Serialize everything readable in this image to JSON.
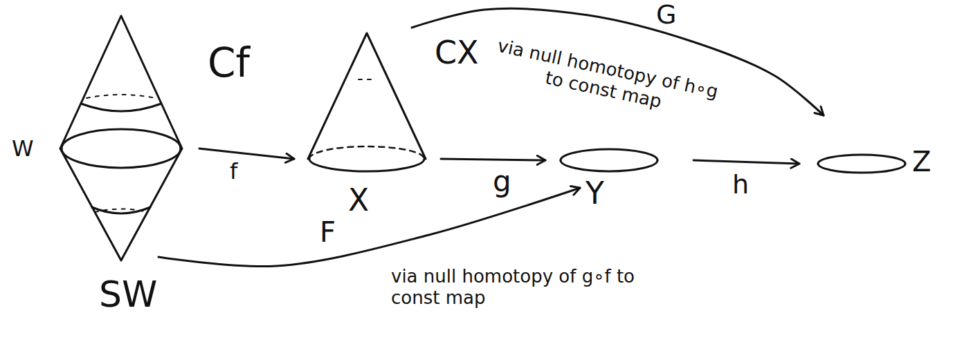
{
  "diagram": {
    "nodes": [
      {
        "text": [
          "SW"
        ]
      },
      {
        "text": [
          "W"
        ],
        "in": 0
      },
      {
        "text": [
          "CX"
        ]
      },
      {
        "text": [
          "X"
        ],
        "in": 2
      },
      {
        "text": [
          "Y"
        ]
      },
      {
        "text": [
          "Z"
        ]
      }
    ],
    "edges": [
      {
        "from": 1,
        "to": 3,
        "arrow": "to",
        "label": "f"
      },
      {
        "from": 3,
        "to": 4,
        "arrow": "to",
        "label": "g"
      },
      {
        "from": 4,
        "to": 5,
        "arrow": "to",
        "label": "h"
      },
      {
        "from": 0,
        "to": 4,
        "arrow": "to",
        "label": "F"
      },
      {
        "from": 2,
        "to": 5,
        "arrow": "to",
        "label": "G"
      }
    ],
    "labels": [
      "Cf",
      "via null homotopy of g∘f to const map",
      "via null homotopy of h∘g to const map"
    ]
  }
}
